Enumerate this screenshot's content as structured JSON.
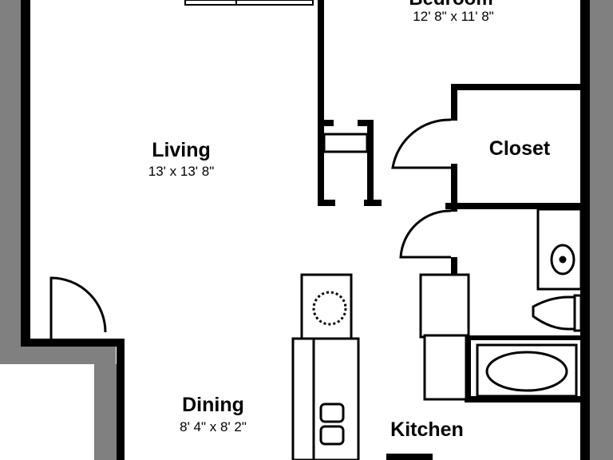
{
  "colors": {
    "exterior": "#808080",
    "wall": "#000000",
    "floor": "#ffffff"
  },
  "rooms": {
    "bedroom": {
      "name": "Bedroom",
      "dims": "12' 8\" x 11' 8\""
    },
    "living": {
      "name": "Living",
      "dims": "13' x 13' 8\""
    },
    "closet": {
      "name": "Closet"
    },
    "dining": {
      "name": "Dining",
      "dims": "8' 4\" x 8' 2\""
    },
    "kitchen": {
      "name": "Kitchen"
    }
  }
}
